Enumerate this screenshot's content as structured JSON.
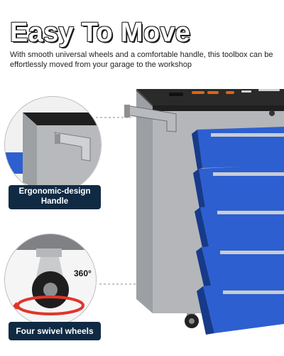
{
  "header": {
    "title": "Easy To Move",
    "subtitle": "With smooth universal wheels and a comfortable handle, this toolbox can be effortlessly moved from your garage to the workshop"
  },
  "callouts": {
    "handle_label": "Ergonomic-design\nHandle",
    "wheels_label": "Four swivel wheels",
    "rotation_label": "360°"
  },
  "colors": {
    "label_bg": "#102a43",
    "drawer_blue": "#2d5fd0",
    "cabinet_gray": "#a7a9ac",
    "rotation_red": "#e0352b"
  },
  "drawers": [
    {
      "index": 1
    },
    {
      "index": 2
    },
    {
      "index": 3
    },
    {
      "index": 4
    },
    {
      "index": 5
    }
  ]
}
